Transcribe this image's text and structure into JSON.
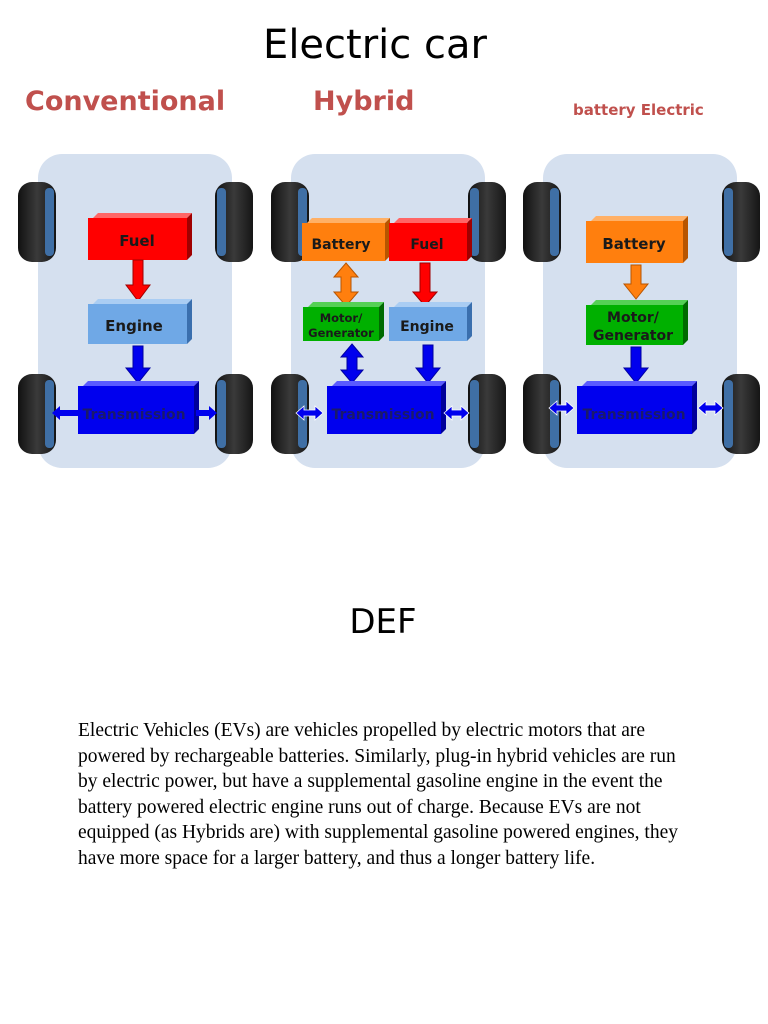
{
  "title": "Electric car",
  "columns": {
    "conventional": "Conventional",
    "hybrid": "Hybrid",
    "battery_electric": "battery Electric"
  },
  "components": {
    "fuel": "Fuel",
    "engine": "Engine",
    "battery": "Battery",
    "motor_line1": "Motor/",
    "motor_line2": "Generator",
    "transmission": "Transmission"
  },
  "colors": {
    "heading": "#c0504d",
    "chassis": "#d5e0ef",
    "fuel": "#ff0000",
    "engine": "#6fa8e6",
    "battery": "#ff7f0e",
    "motor": "#00b000",
    "transmission": "#0000ee",
    "arrow_red": "#ff0000",
    "arrow_orange": "#ff7f0e",
    "arrow_blue": "#0000ee"
  },
  "section_title": "DEF",
  "description": "Electric Vehicles (EVs) are vehicles propelled by electric motors that are powered by rechargeable batteries. Similarly, plug-in hybrid vehicles are run by electric power, but have a supplemental gasoline engine in the event the battery powered electric engine runs out of charge. Because EVs are not equipped (as Hybrids are) with supplemental gasoline powered engines, they have more space for a larger battery, and thus a longer battery life."
}
